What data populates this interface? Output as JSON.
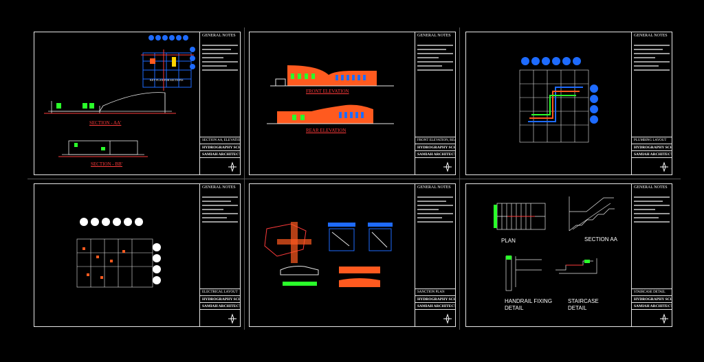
{
  "colors": {
    "background": "#000000",
    "line": "#e8e8e8",
    "orange": "#ff5a1f",
    "blue": "#1e6bff",
    "green": "#2aff2a",
    "red": "#ff3b3b",
    "yellow": "#ffd400"
  },
  "sheets": [
    {
      "tb_header": "GENERAL NOTES",
      "tb_mid": "SECTION AA, ELEVATIONS",
      "tb_school": "HYDROGRAPHY SCHOOL",
      "tb_arch": "SAMIAH ARCHITECTS",
      "labels": {
        "l1": "SECTION - AA'",
        "l2": "SECTION - BB'",
        "l3": "KEY PLAN FOR SECTIONS"
      }
    },
    {
      "tb_header": "GENERAL NOTES",
      "tb_mid": "FRONT ELEVATION, REAR ELEVATION",
      "tb_school": "HYDROGRAPHY SCHOOL",
      "tb_arch": "SAMIAH ARCHITECTS",
      "labels": {
        "l1": "FRONT ELEVATION",
        "l2": "REAR ELEVATION"
      }
    },
    {
      "tb_header": "GENERAL NOTES",
      "tb_mid": "PLUMBING LAYOUT",
      "tb_school": "HYDROGRAPHY SCHOOL",
      "tb_arch": "SAMIAH ARCHITECTS"
    },
    {
      "tb_header": "GENERAL NOTES",
      "tb_mid": "ELECTRICAL LAYOUT",
      "tb_school": "HYDROGRAPHY SCHOOL",
      "tb_arch": "SAMIAH ARCHITECTS"
    },
    {
      "tb_header": "GENERAL NOTES",
      "tb_mid": "SANCTION PLAN",
      "tb_school": "HYDROGRAPHY SCHOOL",
      "tb_arch": "SAMIAH ARCHITECTS"
    },
    {
      "tb_header": "GENERAL NOTES",
      "tb_mid": "STAIRCASE DETAIL",
      "tb_school": "HYDROGRAPHY SCHOOL",
      "tb_arch": "SAMIAH ARCHITECTS",
      "labels": {
        "plan": "PLAN",
        "section": "SECTION AA",
        "handrail1": "HANDRAIL FIXING",
        "handrail2": "DETAIL",
        "stair1": "STAIRCASE",
        "stair2": "DETAIL"
      }
    }
  ]
}
